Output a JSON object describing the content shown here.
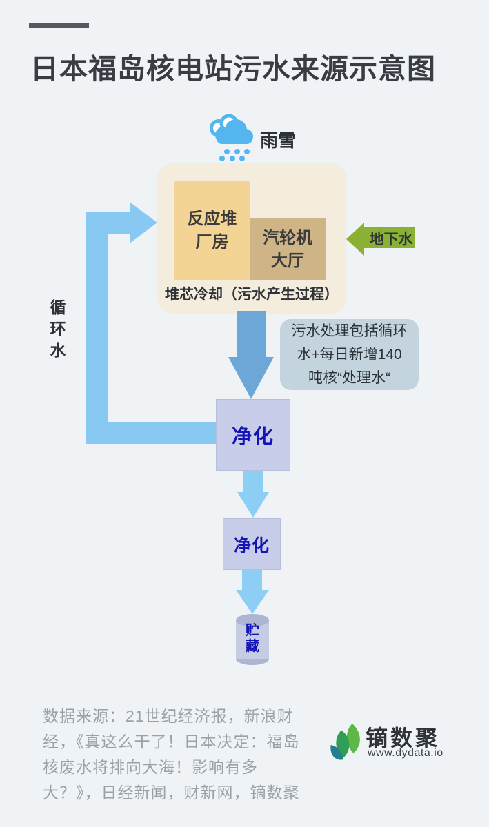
{
  "colors": {
    "background": "#eff3f6",
    "title_text": "#393d43",
    "pipe_blue": "#87c9f3",
    "thick_arrow_blue": "#6ca7d8",
    "light_arrow_blue": "#8ccef4",
    "cloud_blue": "#55b5ef",
    "green_arrow": "#8ab133",
    "plant_bg": "#f4ecdd",
    "reactor_bg": "#f3d494",
    "turbine_bg": "#cfb585",
    "note_bg": "#c3d4df",
    "purify_bg": "#c8cee9",
    "cylinder_body": "#c6cce3",
    "cylinder_cap": "#aeb5d3",
    "process_text_blue": "#1414b6",
    "footer_text": "#9ba1a9"
  },
  "header": {
    "title": "日本福岛核电站污水来源示意图"
  },
  "diagram": {
    "weather_label": "雨雪",
    "plant": {
      "reactor_lines": [
        "反应堆",
        "厂房"
      ],
      "turbine_lines": [
        "汽轮机",
        "大厅"
      ],
      "caption": "堆芯冷却（污水产生过程）"
    },
    "groundwater_label": "地下水",
    "circulation_chars": [
      "循",
      "环",
      "水"
    ],
    "note_lines": [
      "污水处理包括循环",
      "水+每日新增140",
      "吨核“处理水“"
    ],
    "purify1_label": "净化",
    "purify2_label": "净化",
    "storage_chars": [
      "贮",
      "藏"
    ]
  },
  "footer": {
    "source_lines": [
      "数据来源：21世纪经济报，新浪财",
      "经，《真这么干了！日本决定：福岛",
      "核废水将排向大海！影响有多",
      "大？》，日经新闻，财新网，镝数聚"
    ],
    "logo_name": "镝数聚",
    "logo_url": "www.dydata.io"
  }
}
